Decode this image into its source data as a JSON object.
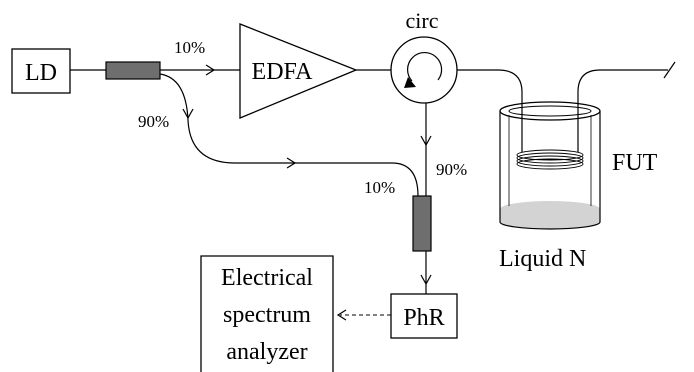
{
  "labels": {
    "ld": "LD",
    "edfa": "EDFA",
    "circ": "circ",
    "phr": "PhR",
    "fut": "FUT",
    "liquid_n": "Liquid N",
    "split_10_top": "10%",
    "split_90_left": "90%",
    "split_90_right": "90%",
    "split_10_bottom": "10%",
    "esa_line1": "Electrical",
    "esa_line2": "spectrum",
    "esa_line3": "analyzer"
  },
  "colors": {
    "line": "#000000",
    "coupler_fill": "#6e6e6e",
    "liquid_fill": "#d3d3d3"
  }
}
